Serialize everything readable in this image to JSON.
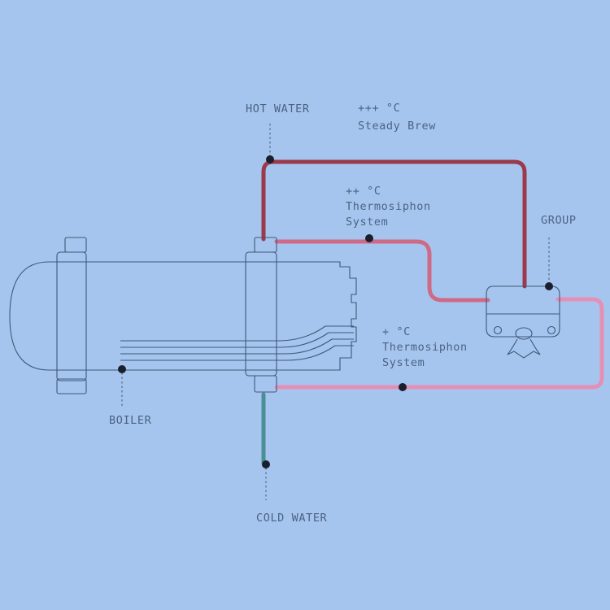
{
  "colors": {
    "background": "#a6c5ee",
    "outline": "#3f5878",
    "label": "#4b6283",
    "hot_water_pipe": "#9a3a4a",
    "thermosiphon_upper_pipe": "#cf6a86",
    "thermosiphon_lower_pipe": "#e58fb5",
    "cold_water_pipe": "#4a8f94",
    "node": "#1a1f2e"
  },
  "labels": {
    "hot_water": "HOT WATER",
    "steady_brew_temp": "+++ °C",
    "steady_brew_name": "Steady Brew",
    "upper_thermo_temp": "++ °C",
    "upper_thermo_line1": "Thermosiphon",
    "upper_thermo_line2": "System",
    "group": "GROUP",
    "lower_thermo_temp": "+ °C",
    "lower_thermo_line1": "Thermosiphon",
    "lower_thermo_line2": "System",
    "boiler": "BOILER",
    "cold_water": "COLD WATER"
  }
}
